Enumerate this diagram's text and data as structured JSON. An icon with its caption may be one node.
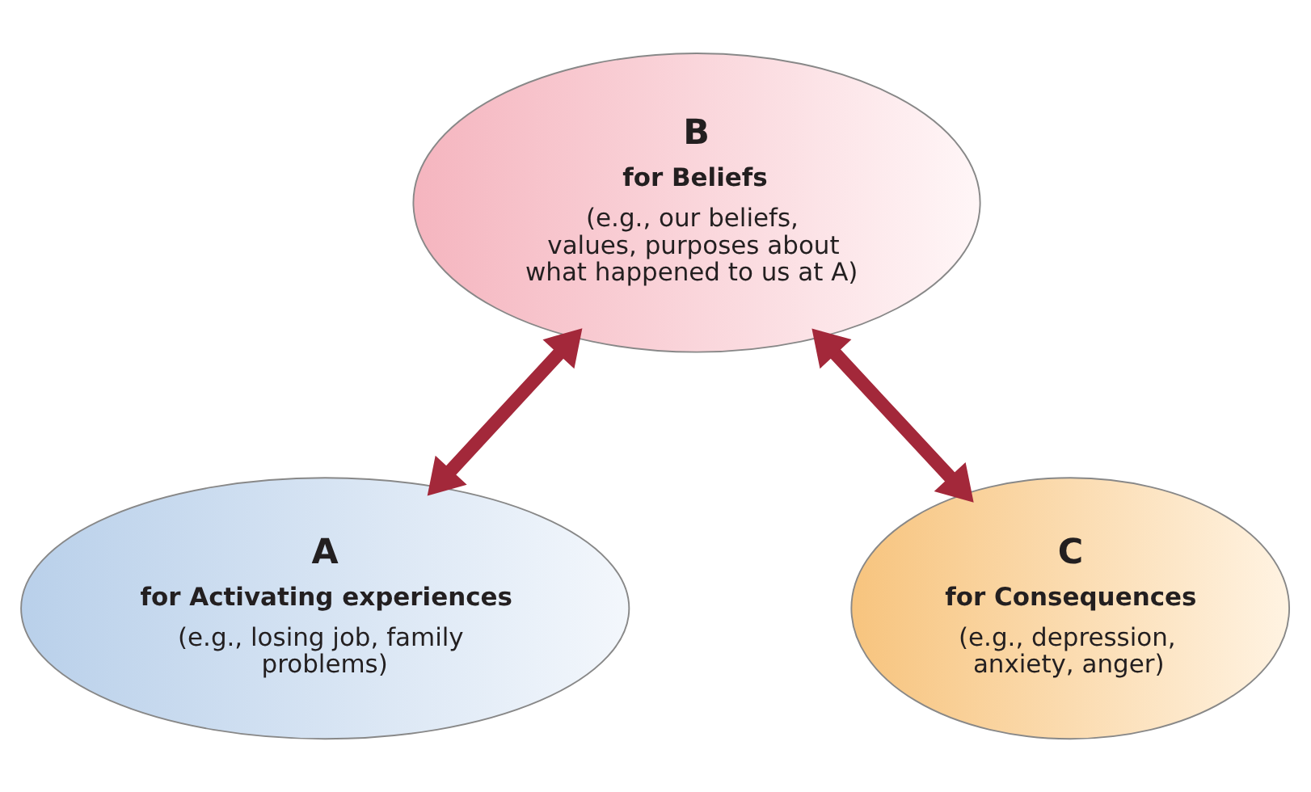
{
  "diagram": {
    "nodes": [
      {
        "text": [
          "B",
          "for Beliefs",
          "(e.g., our beliefs, values, purposes about what happened to us at A)"
        ]
      },
      {
        "text": [
          "A",
          "for Activating experiences",
          "(e.g., losing job, family problems)"
        ]
      },
      {
        "text": [
          "C",
          "for Consequences",
          "(e.g., depression, anxiety, anger)"
        ]
      }
    ],
    "edges": [
      {
        "from": 0,
        "to": 1,
        "arrow": "both"
      },
      {
        "from": 0,
        "to": 2,
        "arrow": "both"
      }
    ]
  }
}
